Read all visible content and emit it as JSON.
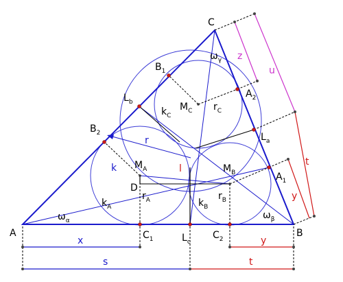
{
  "labels": {
    "A": "A",
    "B": "B",
    "C": "C",
    "D": "D",
    "B1": "B",
    "B1_sub": "1",
    "B2": "B",
    "B2_sub": "2",
    "A1": "A",
    "A1_sub": "1",
    "A2": "A",
    "A2_sub": "2",
    "C1": "C",
    "C1_sub": "1",
    "C2": "C",
    "C2_sub": "2",
    "Lb": "L",
    "Lb_sub": "b",
    "La": "L",
    "La_sub": "a",
    "Lc": "L",
    "Lc_sub": "c",
    "MA": "M",
    "MA_sub": "A",
    "MB": "M",
    "MB_sub": "B",
    "MC": "M",
    "MC_sub": "C",
    "rA": "r",
    "rA_sub": "A",
    "rB": "r",
    "rB_sub": "B",
    "rC": "r",
    "rC_sub": "C",
    "kA": "k",
    "kA_sub": "A",
    "kB": "k",
    "kB_sub": "B",
    "kC": "k",
    "kC_sub": "C",
    "k": "k",
    "r": "r",
    "l": "l",
    "omega_alpha": "ω",
    "omega_alpha_sub": "α",
    "omega_beta": "ω",
    "omega_beta_sub": "β",
    "omega_gamma": "ω",
    "omega_gamma_sub": "γ",
    "x": "x",
    "y_bottom": "y",
    "y_side": "y",
    "s": "s",
    "t_bottom": "t",
    "t_side": "t",
    "u": "u",
    "z": "z"
  },
  "colors": {
    "triangle": "#1a1acc",
    "circles": "#3b3bd6",
    "red_dim": "#d01818",
    "magenta_dim": "#cc33cc",
    "blue_dim": "#1a1acc",
    "point": "#cc1a1a"
  }
}
